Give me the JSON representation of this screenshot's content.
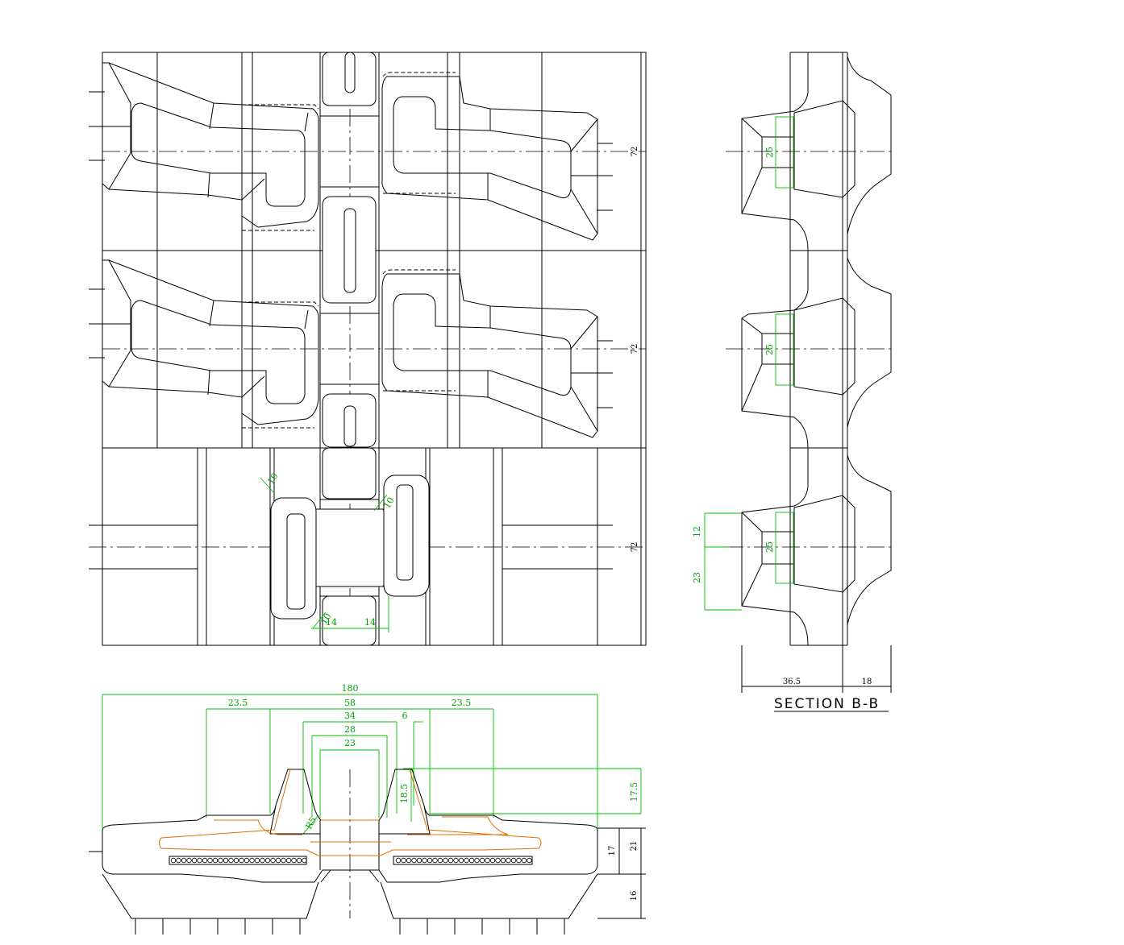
{
  "plan_view": {
    "pitch_labels": [
      "72",
      "72",
      "72"
    ]
  },
  "detail_dims": {
    "r10_left": "10",
    "r10_right": "10",
    "r10_bottom": "10",
    "w14_left": "14",
    "w14_right": "14"
  },
  "section": {
    "title": "SECTION B-B",
    "guide_height": [
      "25",
      "25",
      "25"
    ],
    "dim_12": "12",
    "dim_23": "23",
    "dim_36_5": "36.5",
    "dim_18": "18"
  },
  "cross_section": {
    "overall_width": "180",
    "shoulder_left": "23.5",
    "shoulder_right": "23.5",
    "guide_outer": "58",
    "guide_mid": "34",
    "guide_inner_28": "28",
    "guide_inner_23": "23",
    "guide_top": "6",
    "guide_height": "17.5",
    "guide_inner_height": "18.5",
    "fillet": "R5",
    "body_17": "17",
    "body_21": "21",
    "lug_16": "16"
  }
}
